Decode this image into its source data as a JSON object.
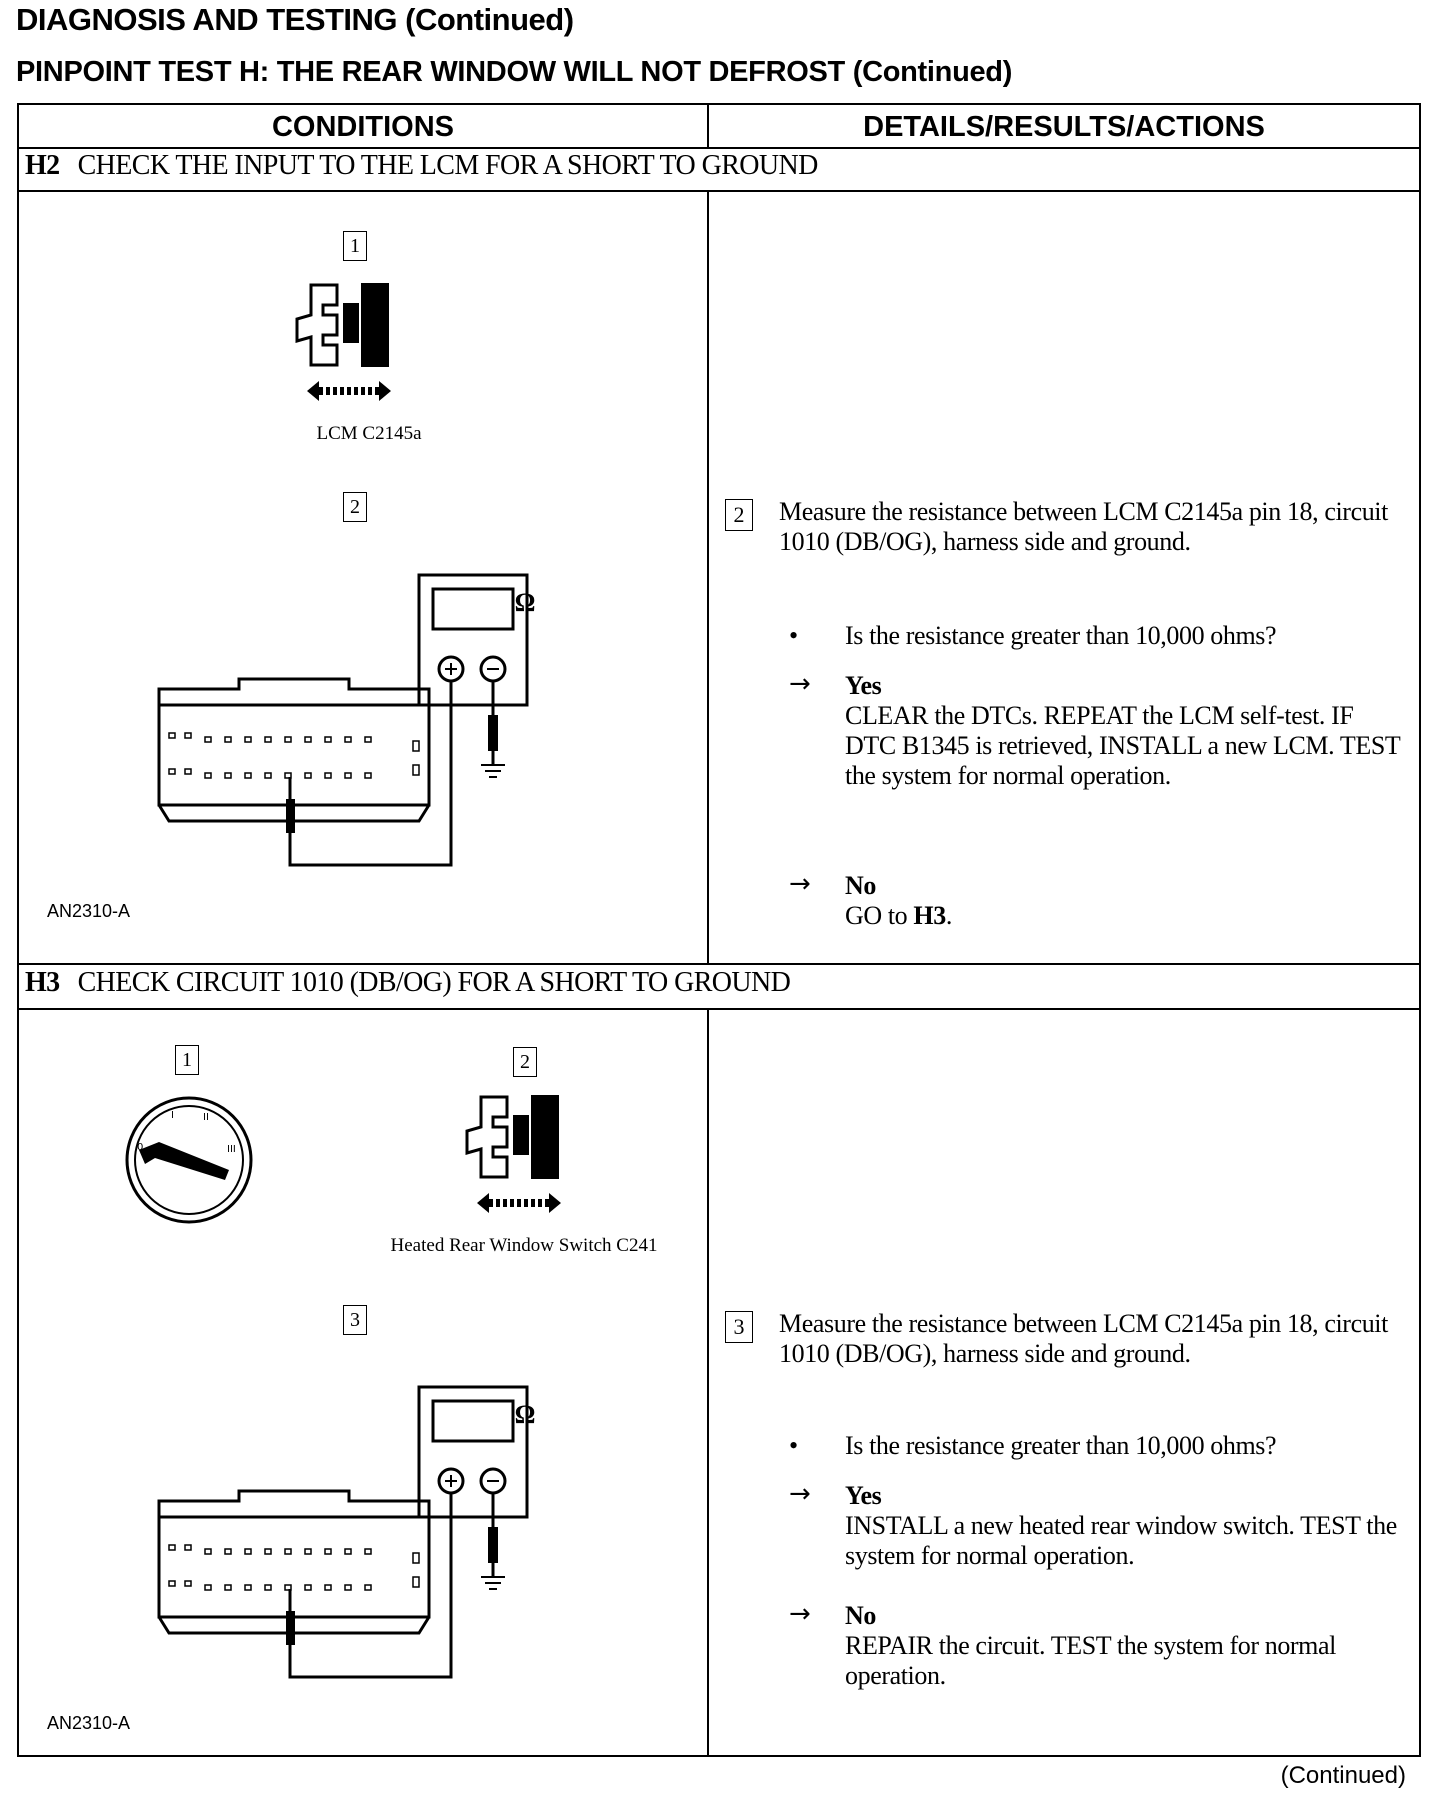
{
  "header": {
    "title": "DIAGNOSIS AND TESTING (Continued)",
    "subtitle": "PINPOINT TEST H: THE REAR WINDOW WILL NOT DEFROST (Continued)"
  },
  "table": {
    "col_conditions": "CONDITIONS",
    "col_details": "DETAILS/RESULTS/ACTIONS"
  },
  "steps": [
    {
      "id": "H2",
      "title": "CHECK THE INPUT TO THE LCM FOR A SHORT TO GROUND",
      "figures": [
        {
          "num": "1",
          "label": "LCM C2145a"
        },
        {
          "num": "2",
          "label": ""
        }
      ],
      "figure_code": "AN2310-A",
      "action_num": "2",
      "action_text": "Measure the resistance between LCM C2145a pin 18, circuit 1010 (DB/OG), harness side and ground.",
      "question": "Is the resistance greater than 10,000 ohms?",
      "yes_label": "Yes",
      "yes_text": "CLEAR the DTCs. REPEAT the LCM self-test. IF DTC B1345 is retrieved, INSTALL a new LCM. TEST the system for normal operation.",
      "no_label": "No",
      "no_text_prefix": "GO to ",
      "no_text_bold": "H3",
      "no_text_suffix": "."
    },
    {
      "id": "H3",
      "title": "CHECK CIRCUIT 1010 (DB/OG) FOR A SHORT TO GROUND",
      "figures": [
        {
          "num": "1",
          "label": ""
        },
        {
          "num": "2",
          "label": "Heated Rear Window Switch C241"
        },
        {
          "num": "3",
          "label": ""
        }
      ],
      "figure_code": "AN2310-A",
      "action_num": "3",
      "action_text": "Measure the resistance between LCM C2145a pin 18, circuit 1010 (DB/OG), harness side and ground.",
      "question": "Is the resistance greater than 10,000 ohms?",
      "yes_label": "Yes",
      "yes_text": "INSTALL a new heated rear window switch. TEST the system for normal operation.",
      "no_label": "No",
      "no_text": "REPAIR the circuit. TEST the system for normal operation."
    }
  ],
  "meter_symbol": "Ω",
  "footer": {
    "continued": "(Continued)"
  }
}
